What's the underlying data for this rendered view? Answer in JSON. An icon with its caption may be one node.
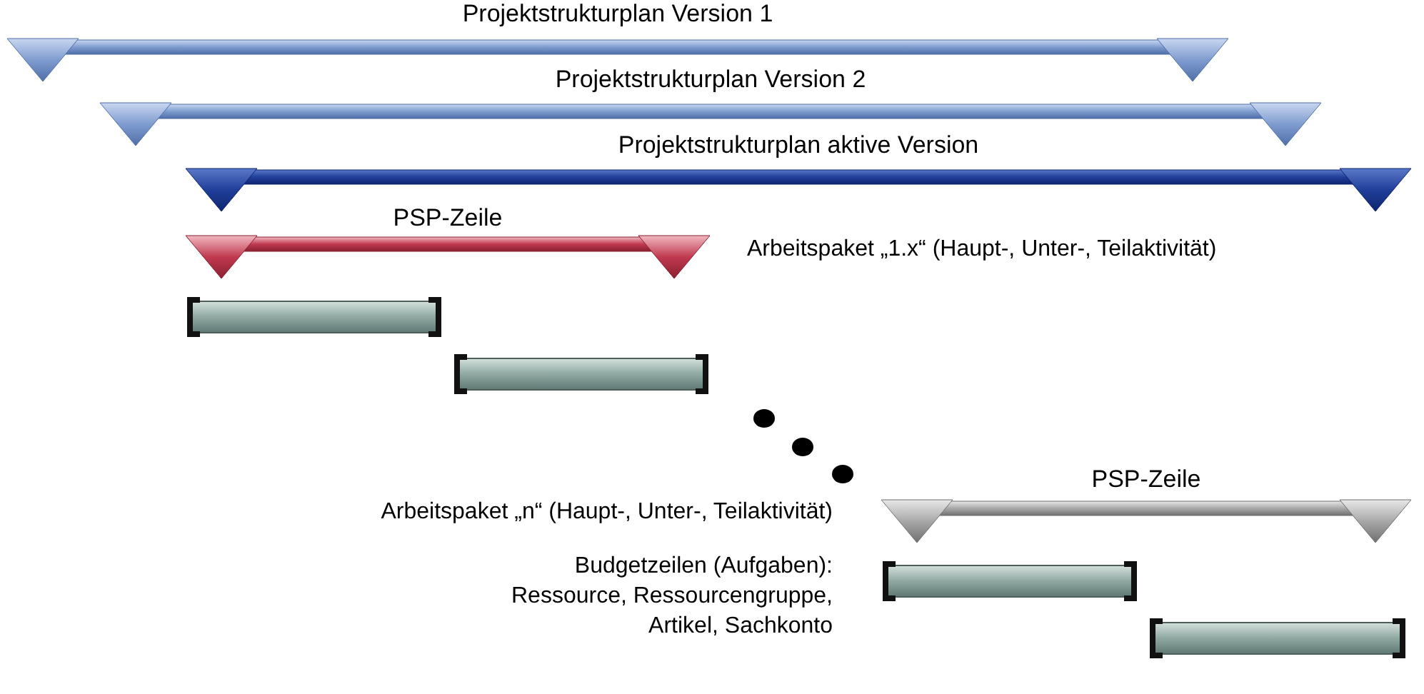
{
  "diagram": {
    "nodes": [
      {
        "text": [
          "Projektstrukturplan Version 1"
        ]
      },
      {
        "text": [
          "Projektstrukturplan Version 2"
        ]
      },
      {
        "text": [
          "Projektstrukturplan aktive Version"
        ]
      },
      {
        "text": [
          "PSP-Zeile"
        ]
      },
      {
        "text": [],
        "shape": "bar"
      },
      {
        "text": [],
        "shape": "bar"
      },
      {
        "text": [
          "PSP-Zeile"
        ]
      },
      {
        "text": [],
        "shape": "bar"
      },
      {
        "text": [],
        "shape": "bar"
      }
    ],
    "edges": [],
    "labels": [
      "Arbeitspaket „1.x“ (Haupt-, Unter-, Teilaktivität)",
      "Arbeitspaket „n“ (Haupt-, Unter-, Teilaktivität)",
      "Budgetzeilen (Aufgaben): Ressource, Ressourcengruppe, Artikel, Sachkonto"
    ]
  }
}
